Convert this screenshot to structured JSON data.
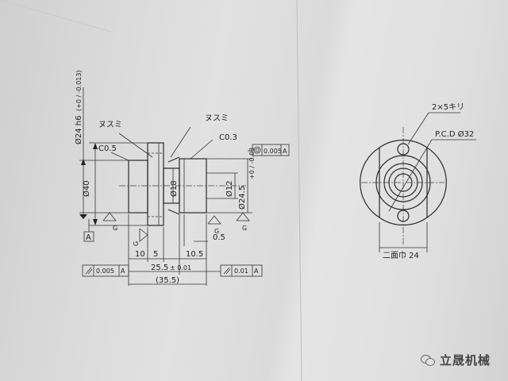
{
  "drawing": {
    "labels": {
      "deburr_left": "ヌスミ",
      "deburr_right": "ヌスミ",
      "chamfer_left": "C0.5",
      "chamfer_right": "C0.3",
      "dia_40": "Ø40",
      "dia_24_h6": "Ø24 h6",
      "tol_24": "(+0 / -0.013)",
      "dia_18": "Ø18",
      "dia_12": "Ø12",
      "dia_24_5": "Ø24.5",
      "tol_24_5": "+0 / -0.03",
      "datum_a": "A",
      "finish_g1": "G",
      "finish_g2": "G",
      "finish_g3": "G",
      "finish_g4": "G",
      "concentricity_value": "0.005",
      "concentricity_datum": "A",
      "runout_left_value": "0.005",
      "runout_left_datum": "A",
      "runout_right_value": "0.01",
      "runout_right_datum": "A",
      "dim_10": "10",
      "dim_5": "5",
      "dim_10_5": "10.5",
      "dim_0_5": "0.5",
      "dim_25_5": "25.5",
      "dim_25_5_tol": "± 0.01",
      "dim_35_5": "(35.5)",
      "holes": "2×5キリ",
      "pcd": "P.C.D Ø32",
      "flat_width": "二面巾 24"
    },
    "watermark": "立晟机械"
  }
}
